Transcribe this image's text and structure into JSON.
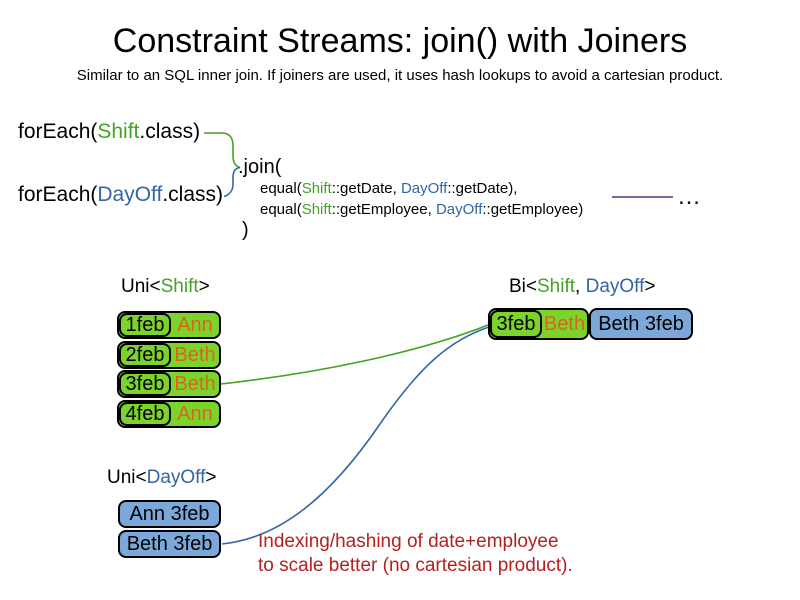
{
  "slide": {
    "title": "Constraint Streams: join() with Joiners",
    "subtitle": "Similar to an SQL inner join. If joiners are used, it uses hash lookups to avoid a cartesian product."
  },
  "colors": {
    "green": "#44a124",
    "blue": "#3465a4",
    "orange": "#d9661a",
    "red": "#b22222",
    "purple": "#8064a2",
    "box_green": "#7cd32c",
    "box_blue": "#7ba7d9"
  },
  "code": {
    "foreach_shift": {
      "pre": "forEach(",
      "cls": "Shift",
      "post": ".class)"
    },
    "foreach_dayoff": {
      "pre": "forEach(",
      "cls": "DayOff",
      "post": ".class)"
    },
    "join_open": ".join(",
    "joiner_date": {
      "pre": "equal(",
      "shift": "Shift",
      "mid": "::getDate, ",
      "dayoff": "DayOff",
      "post": "::getDate),"
    },
    "joiner_employee": {
      "pre": "equal(",
      "shift": "Shift",
      "mid": "::getEmployee, ",
      "dayoff": "DayOff",
      "post": "::getEmployee)"
    },
    "join_close": ")",
    "ellipsis": "…"
  },
  "diagram": {
    "uni_shift": {
      "label": {
        "pre": "Uni<",
        "type": "Shift",
        "post": ">"
      },
      "rows": [
        {
          "date": "1feb",
          "employee": "Ann"
        },
        {
          "date": "2feb",
          "employee": "Beth"
        },
        {
          "date": "3feb",
          "employee": "Beth"
        },
        {
          "date": "4feb",
          "employee": "Ann"
        }
      ]
    },
    "bi": {
      "label": {
        "pre": "Bi<",
        "shift": "Shift",
        "sep": ", ",
        "dayoff": "DayOff",
        "post": ">"
      },
      "shift_part": {
        "date": "3feb",
        "employee": "Beth"
      },
      "dayoff_part": "Beth 3feb"
    },
    "uni_dayoff": {
      "label": {
        "pre": "Uni<",
        "type": "DayOff",
        "post": ">"
      },
      "rows": [
        {
          "text": "Ann 3feb"
        },
        {
          "text": "Beth 3feb"
        }
      ]
    },
    "note": {
      "line1": "Indexing/hashing of date+employee",
      "line2": "to scale better (no cartesian product)."
    }
  }
}
